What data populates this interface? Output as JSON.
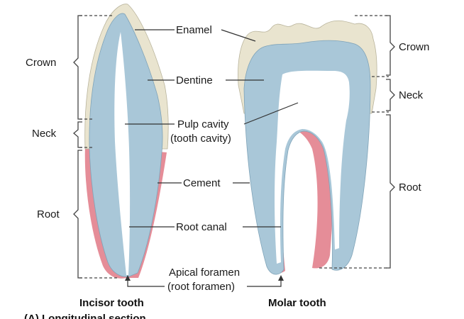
{
  "labels": {
    "crown": "Crown",
    "neck": "Neck",
    "root": "Root",
    "enamel": "Enamel",
    "dentine": "Dentine",
    "pulp_cavity_1": "Pulp cavity",
    "pulp_cavity_2": "(tooth cavity)",
    "cement": "Cement",
    "root_canal": "Root canal",
    "apical_1": "Apical foramen",
    "apical_2": "(root foramen)"
  },
  "captions": {
    "incisor": "Incisor tooth",
    "molar": "Molar tooth",
    "section": "(A) Longitudinal section"
  },
  "colors": {
    "enamel": "#e9e4cf",
    "dentine": "#a9c7d8",
    "dentine_stroke": "#7fa3b8",
    "pulp": "#ffffff",
    "cement": "#e58d98",
    "lines": "#333333"
  }
}
